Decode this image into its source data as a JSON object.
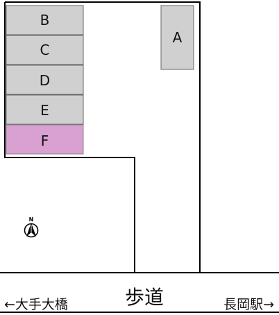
{
  "map": {
    "colors": {
      "line": "#000000",
      "space_fill": "#d0d0d0",
      "space_stroke": "#666666",
      "highlight_fill": "#d9a0d2",
      "highlight_stroke": "#888888"
    },
    "spaces": [
      {
        "label": "A",
        "highlighted": false
      },
      {
        "label": "B",
        "highlighted": false
      },
      {
        "label": "C",
        "highlighted": false
      },
      {
        "label": "D",
        "highlighted": false
      },
      {
        "label": "E",
        "highlighted": false
      },
      {
        "label": "F",
        "highlighted": true
      }
    ],
    "road": {
      "center_label": "歩道",
      "left_label": "←大手大橋",
      "right_label": "長岡駅→"
    },
    "compass": {
      "north_letter": "N",
      "icon": "north-arrow-icon"
    }
  }
}
